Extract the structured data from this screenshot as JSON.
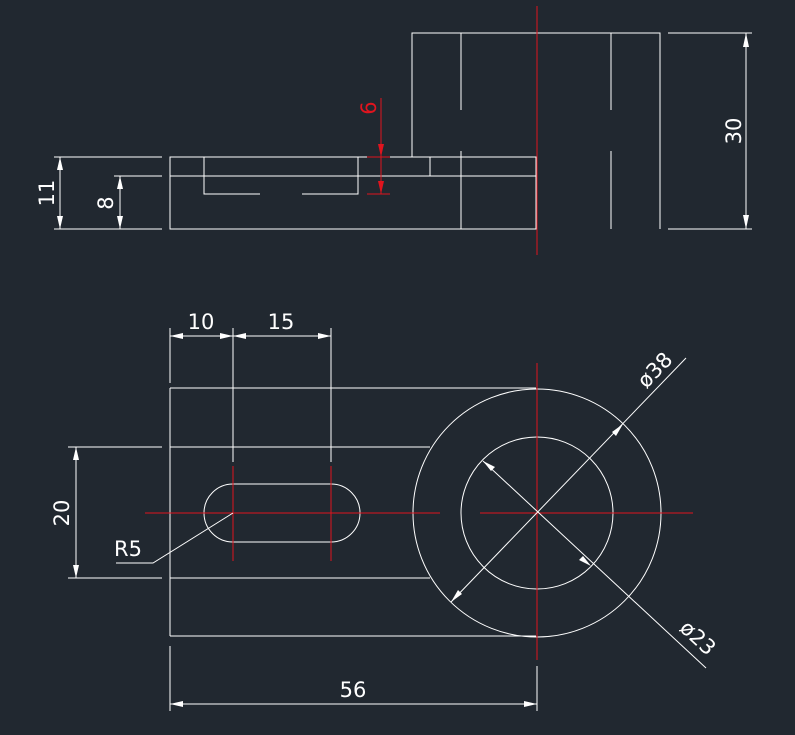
{
  "colors": {
    "background": "#212830",
    "geometry": "#ffffff",
    "centerline": "#e0141e"
  },
  "dimensions": {
    "front_height_30": "30",
    "front_height_11": "11",
    "front_height_8": "8",
    "front_depth_6": "6",
    "top_width_10": "10",
    "top_width_15": "15",
    "top_height_20": "20",
    "top_length_56": "56",
    "slot_radius": "R5",
    "outer_diameter": "ø38",
    "inner_diameter": "ø23"
  }
}
